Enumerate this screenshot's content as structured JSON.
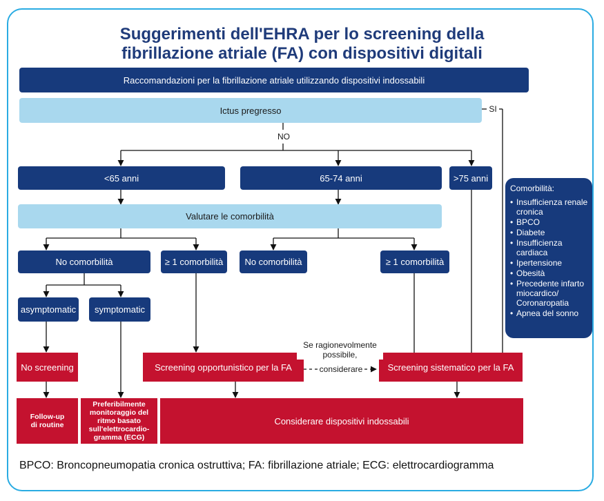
{
  "title": {
    "line1": "Suggerimenti dell'EHRA per lo screening della",
    "line2": "fibrillazione atriale (FA) con dispositivi digitali"
  },
  "recommendations": "Raccomandazioni per la fibrillazione atriale utilizzando dispositivi indossabili",
  "previous_stroke": "Ictus pregresso",
  "label_yes": "SI",
  "label_no": "NO",
  "age_groups": [
    "<65 anni",
    "65-74 anni",
    ">75 anni"
  ],
  "evaluate_comorbidities": "Valutare le comorbilità",
  "no_comorbidity": "No comorbilità",
  "one_or_more_comorbidity": "≥ 1 comorbilità",
  "asymptomatic": "asymptomatic",
  "symptomatic": "symptomatic",
  "no_screening": "No screening",
  "opportunistic": "Screening opportunistico per la FA",
  "systematic": "Screening sistematico per la FA",
  "if_possible": {
    "line1": "Se ragionevolmente",
    "line2": "possibile,",
    "line3": "considerare"
  },
  "followup": {
    "line1": "Follow-up",
    "line2": "di routine"
  },
  "preferably": {
    "line1": "Preferibilmente",
    "line2": "monitoraggio del",
    "line3": "ritmo basato",
    "line4": "sull'elettrocardio-",
    "line5": "gramma (ECG)"
  },
  "wearables": "Considerare dispositivi indossabili",
  "comorbidities": {
    "heading": "Comorbilità:",
    "items": [
      "Insufficienza renale cronica",
      "BPCO",
      "Diabete",
      "Insufficienza cardiaca",
      "Ipertensione",
      "Obesità",
      "Precedente infarto miocardico/ Coronaropatia",
      "Apnea del sonno"
    ]
  },
  "footnote": "BPCO: Broncopneumopatia cronica ostruttiva; FA: fibrillazione atriale; ECG: elettrocardiogramma",
  "colors": {
    "dark_blue": "#173a7c",
    "light_blue": "#a9d8ee",
    "red": "#c4122f",
    "frame": "#29abe2",
    "title": "#1f3b7a"
  }
}
